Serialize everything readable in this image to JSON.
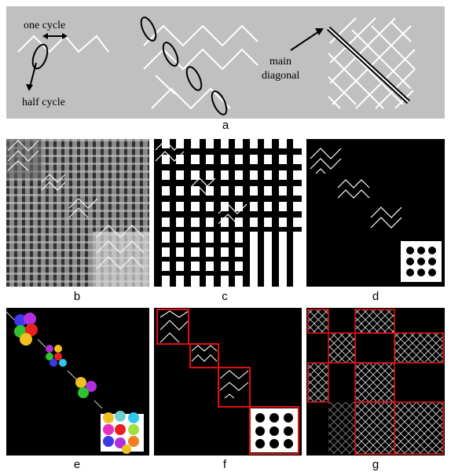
{
  "panel_a": {
    "caption": "a",
    "one_cycle_label": "one cycle",
    "half_cycle_label": "half cycle",
    "main_diagonal_label_line1": "main",
    "main_diagonal_label_line2": "diagonal"
  },
  "panel_b": {
    "caption": "b"
  },
  "panel_c": {
    "caption": "c"
  },
  "panel_d": {
    "caption": "d"
  },
  "panel_e": {
    "caption": "e"
  },
  "panel_f": {
    "caption": "f"
  },
  "panel_g": {
    "caption": "g"
  },
  "colors": {
    "panel_a_bg": "#c0c0c0",
    "lines": "#ffffff",
    "dark_bg": "#000000",
    "box_outline": "#e01010",
    "segment_colors": [
      "#3a3ae8",
      "#e82020",
      "#f0c020",
      "#30c030",
      "#b030e0",
      "#30c8e8",
      "#e830c0",
      "#a0e040",
      "#f08020",
      "#8080ff",
      "#ffffff",
      "#70d0d0"
    ]
  }
}
